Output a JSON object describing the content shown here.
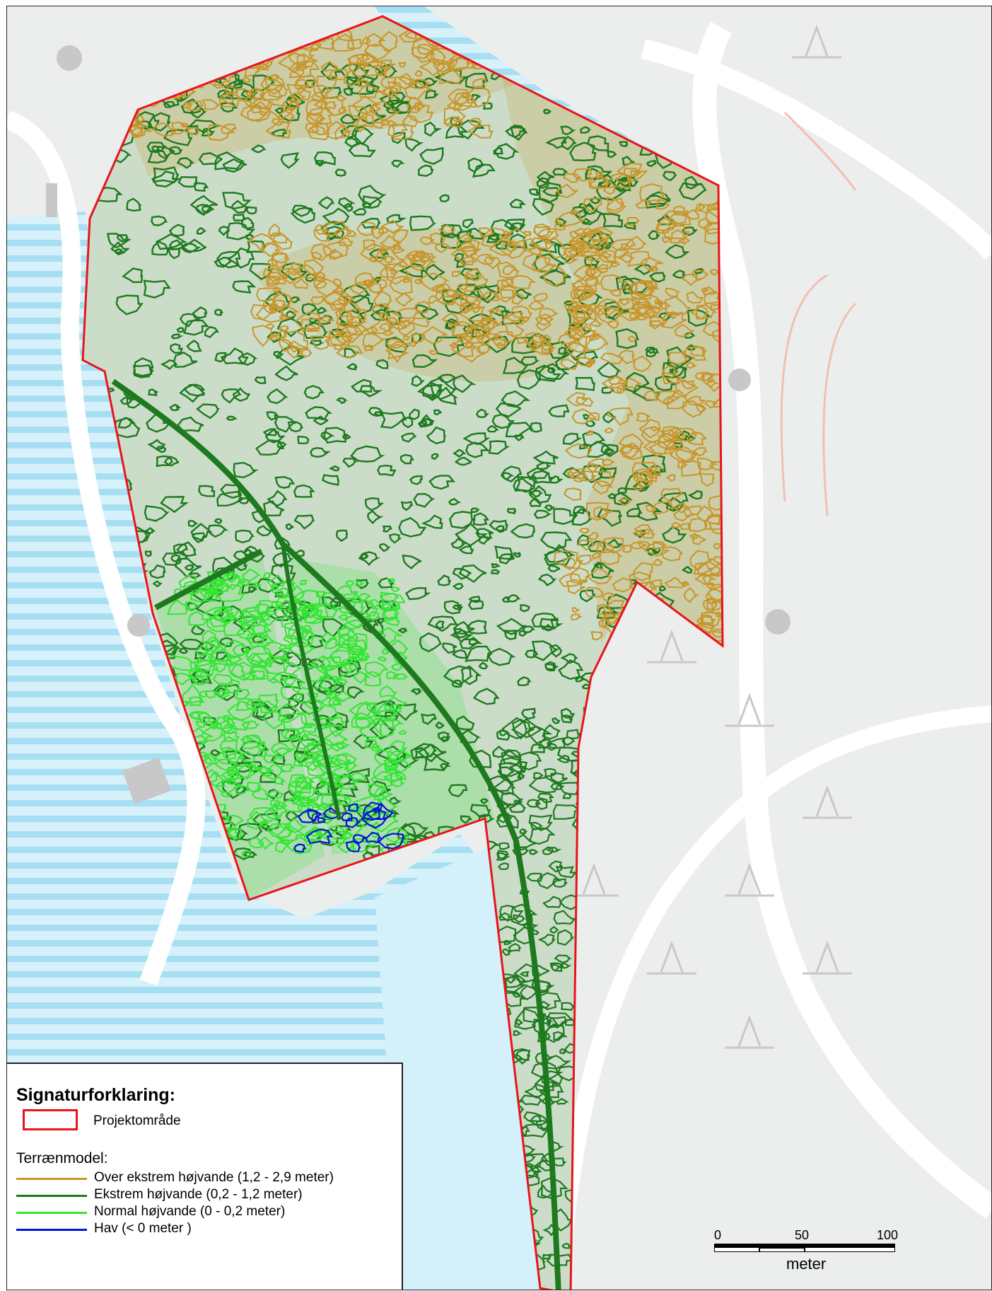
{
  "legend": {
    "title": "Signaturforklaring:",
    "project_area_label": "Projektområde",
    "subtitle": "Terrænmodel:",
    "items": [
      {
        "label": "Over ekstrem højvande (1,2 - 2,9 meter)",
        "color": "#c8952a"
      },
      {
        "label": "Ekstrem højvande (0,2 - 1,2 meter)",
        "color": "#1e7a1e"
      },
      {
        "label": "Normal højvande (0 - 0,2 meter)",
        "color": "#32e632"
      },
      {
        "label": "Hav (< 0 meter )",
        "color": "#0014d8"
      }
    ]
  },
  "scalebar": {
    "ticks": [
      "0",
      "50",
      "100"
    ],
    "unit": "meter"
  },
  "colors": {
    "project_boundary": "#e8141b",
    "water": "#cdeef8",
    "water_stripe": "#9fdcf0",
    "land": "#eceeee",
    "road": "#ffffff"
  }
}
